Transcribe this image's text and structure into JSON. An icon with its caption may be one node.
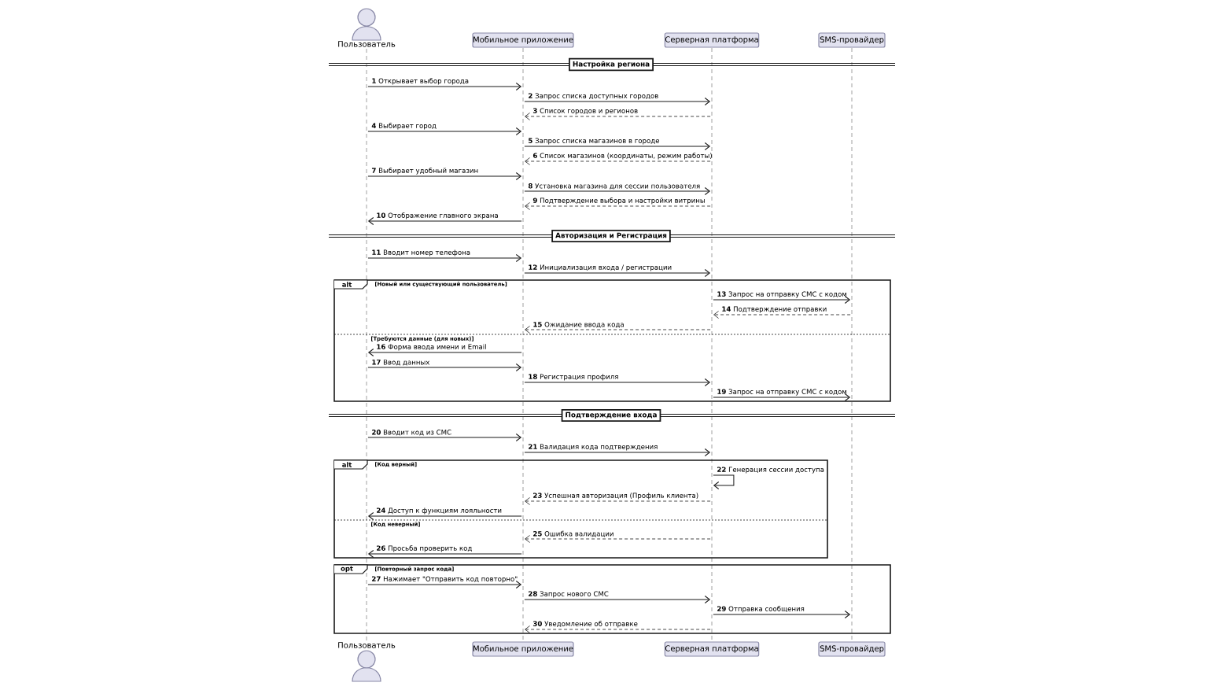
{
  "diagram": {
    "nodes": [
      {
        "text": [
          "Пользователь"
        ]
      },
      {
        "text": [
          "Мобильное приложение"
        ]
      },
      {
        "text": [
          "Серверная платформа"
        ]
      },
      {
        "text": [
          "SMS-провайдер"
        ]
      },
      {
        "text": [],
        "shape": "line"
      },
      {
        "text": [],
        "shape": "line"
      },
      {
        "text": [],
        "shape": "line"
      },
      {
        "text": [],
        "shape": "line"
      },
      {
        "text": [
          "Настройка региона"
        ]
      },
      {
        "text": [
          "Авторизация и Регистрация"
        ]
      },
      {
        "text": [
          "Подтверждение входа"
        ]
      },
      {
        "text": [
          "Пользователь"
        ]
      },
      {
        "text": [
          "Мобильное приложение"
        ]
      },
      {
        "text": [
          "Серверная платформа"
        ]
      },
      {
        "text": [
          "SMS-провайдер"
        ]
      }
    ],
    "edges": [
      {
        "from": 4,
        "to": 5,
        "arrow": "to",
        "label": "**1** Открывает выбор города"
      },
      {
        "from": 5,
        "to": 6,
        "arrow": "to",
        "label": "**2** Запрос списка доступных городов"
      },
      {
        "from": 6,
        "to": 5,
        "arrow": "to",
        "style": "dashed",
        "label": "**3** Список городов и регионов"
      },
      {
        "from": 4,
        "to": 5,
        "arrow": "to",
        "label": "**4** Выбирает город"
      },
      {
        "from": 5,
        "to": 6,
        "arrow": "to",
        "label": "**5** Запрос списка магазинов в городе"
      },
      {
        "from": 6,
        "to": 5,
        "arrow": "to",
        "style": "dashed",
        "label": "**6** Список магазинов (координаты, режим работы)"
      },
      {
        "from": 4,
        "to": 5,
        "arrow": "to",
        "label": "**7** Выбирает удобный магазин"
      },
      {
        "from": 5,
        "to": 6,
        "arrow": "to",
        "label": "**8** Установка магазина для сессии пользователя"
      },
      {
        "from": 6,
        "to": 5,
        "arrow": "to",
        "style": "dashed",
        "label": "**9** Подтверждение выбора и настройки витрины"
      },
      {
        "from": 5,
        "to": 4,
        "arrow": "to",
        "label": "**10** Отображение главного экрана"
      },
      {
        "from": 4,
        "to": 5,
        "arrow": "to",
        "label": "**11** Вводит номер телефона"
      },
      {
        "from": 5,
        "to": 6,
        "arrow": "to",
        "label": "**12** Инициализация входа / регистрации"
      },
      {
        "from": 6,
        "to": 7,
        "arrow": "to",
        "label": "**13** Запрос на отправку СМС с кодом"
      },
      {
        "from": 7,
        "to": 6,
        "arrow": "to",
        "style": "dashed",
        "label": "**14** Подтверждение отправки"
      },
      {
        "from": 6,
        "to": 5,
        "arrow": "to",
        "style": "dashed",
        "label": "**15** Ожидание ввода кода"
      },
      {
        "from": 5,
        "to": 4,
        "arrow": "to",
        "label": "**16** Форма ввода имени и Email"
      },
      {
        "from": 4,
        "to": 5,
        "arrow": "to",
        "label": "**17** Ввод данных"
      },
      {
        "from": 5,
        "to": 6,
        "arrow": "to",
        "label": "**18** Регистрация профиля"
      },
      {
        "from": 6,
        "to": 7,
        "arrow": "to",
        "label": "**19** Запрос на отправку СМС с кодом"
      },
      {
        "from": 4,
        "to": 5,
        "arrow": "to",
        "label": "**20** Вводит код из СМС"
      },
      {
        "from": 5,
        "to": 6,
        "arrow": "to",
        "label": "**21** Валидация кода подтверждения"
      },
      {
        "from": 6,
        "to": 6,
        "arrow": "to",
        "label": "**22** Генерация сессии доступа"
      },
      {
        "from": 6,
        "to": 5,
        "arrow": "to",
        "style": "dashed",
        "label": "**23** Успешная авторизация (Профиль клиента)"
      },
      {
        "from": 5,
        "to": 4,
        "arrow": "to",
        "label": "**24** Доступ к функциям лояльности"
      },
      {
        "from": 6,
        "to": 5,
        "arrow": "to",
        "style": "dashed",
        "label": "**25** Ошибка валидации"
      },
      {
        "from": 5,
        "to": 4,
        "arrow": "to",
        "label": "**26** Просьба проверить код"
      },
      {
        "from": 4,
        "to": 5,
        "arrow": "to",
        "label": "**27** Нажимает \"Отправить код повторно\""
      },
      {
        "from": 5,
        "to": 6,
        "arrow": "to",
        "label": "**28** Запрос нового СМС"
      },
      {
        "from": 6,
        "to": 7,
        "arrow": "to",
        "label": "**29** Отправка сообщения"
      },
      {
        "from": 6,
        "to": 5,
        "arrow": "to",
        "style": "dashed",
        "label": "**30** Уведомление об отправке"
      }
    ],
    "labels": [
      "alt",
      "[Новый или существующий пользователь]",
      "[Требуются данные (для новых)]",
      "alt",
      "[Код верный]",
      "[Код неверный]",
      "opt",
      "[Повторный запрос кода]"
    ]
  }
}
